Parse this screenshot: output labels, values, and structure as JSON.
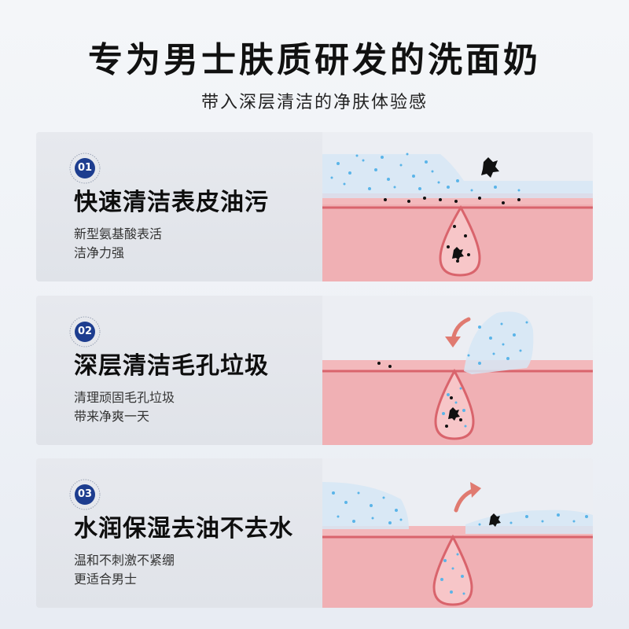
{
  "title": "专为男士肤质研发的洗面奶",
  "subtitle": "带入深层清洁的净肤体验感",
  "colors": {
    "badge": "#1d3d8f",
    "skin": "#f2b6ba",
    "skin_line": "#d9646c",
    "foam": "#5ab4e8"
  },
  "features": [
    {
      "number": "01",
      "heading": "快速清洁表皮油污",
      "line1": "新型氨基酸表活",
      "line2": "洁净力强"
    },
    {
      "number": "02",
      "heading": "深层清洁毛孔垃圾",
      "line1": "清理顽固毛孔垃圾",
      "line2": "带来净爽一天"
    },
    {
      "number": "03",
      "heading": "水润保湿去油不去水",
      "line1": "温和不刺激不紧绷",
      "line2": "更适合男士"
    }
  ]
}
